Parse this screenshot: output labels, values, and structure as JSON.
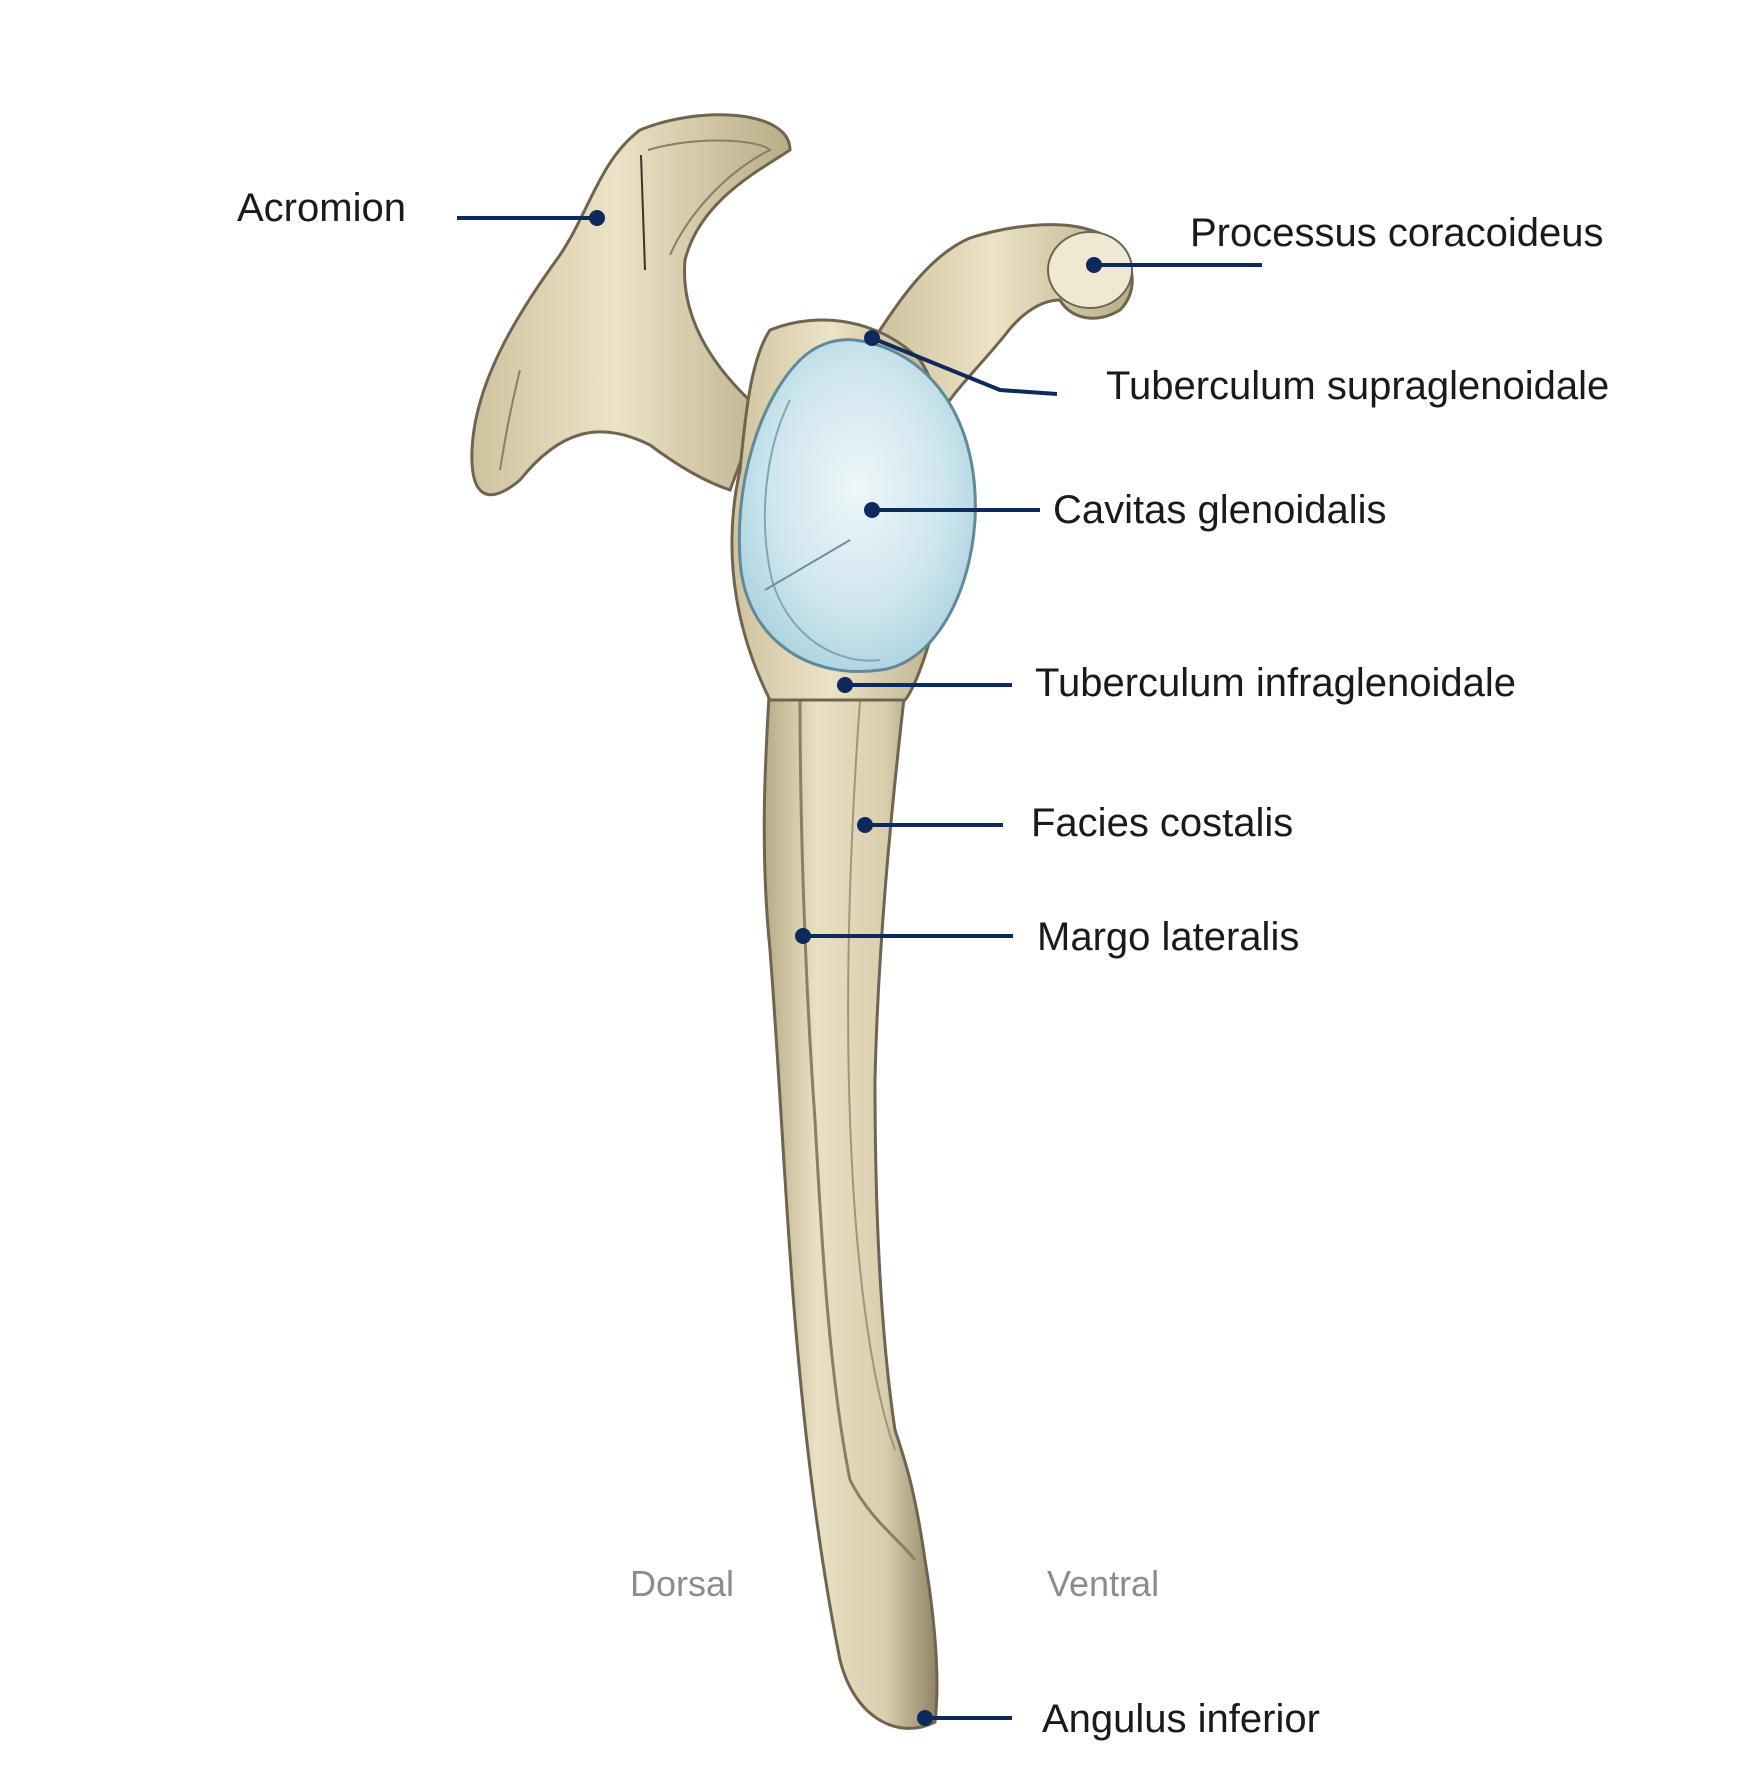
{
  "diagram": {
    "colors": {
      "bone": "#e6dcbd",
      "bone_shadow": "#6e6450",
      "glenoid": "#c8e3ec",
      "leader": "#0d2a5c",
      "label_text": "#1a1a1a",
      "orientation_text": "#8c8c8c"
    },
    "labels": {
      "acromion": "Acromion",
      "processus_coracoideus": "Processus coracoideus",
      "tuberculum_supraglenoidale": "Tuberculum supraglenoidale",
      "cavitas_glenoidalis": "Cavitas glenoidalis",
      "tuberculum_infraglenoidale": "Tuberculum infraglenoidale",
      "facies_costalis": "Facies costalis",
      "margo_lateralis": "Margo lateralis",
      "angulus_inferior": "Angulus inferior"
    },
    "orientation": {
      "left": "Dorsal",
      "right": "Ventral"
    }
  }
}
